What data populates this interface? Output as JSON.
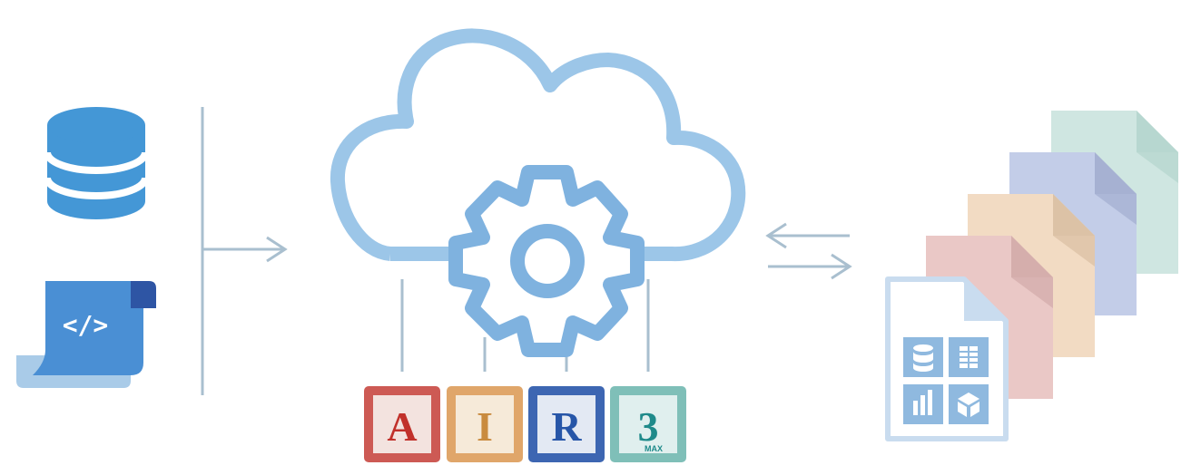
{
  "source_icons": [
    {
      "name": "database-icon",
      "color": "#4497d6"
    },
    {
      "name": "code-script-icon",
      "label": "</>",
      "color": "#4a8fd4",
      "curl_color": "#2e55a4",
      "base_color": "#a9cbe8"
    }
  ],
  "cloud": {
    "name": "cloud-icon",
    "color": "#9cc6e8"
  },
  "gear": {
    "name": "gear-icon",
    "color": "#7fb2df"
  },
  "apps": [
    {
      "name": "autocad-tile",
      "letter": "A",
      "sub": "",
      "frame": "#cd5a54",
      "inner": "#f3e3df",
      "letter_color": "#c1312b"
    },
    {
      "name": "inventor-tile",
      "letter": "I",
      "sub": "",
      "frame": "#e0a66a",
      "inner": "#f6ead9",
      "letter_color": "#c98b3f"
    },
    {
      "name": "revit-tile",
      "letter": "R",
      "sub": "",
      "frame": "#3d66b2",
      "inner": "#e3e9f3",
      "letter_color": "#2756a8"
    },
    {
      "name": "3dsmax-tile",
      "letter": "3",
      "sub": "MAX",
      "frame": "#7fbfb8",
      "inner": "#e0efee",
      "letter_color": "#1f8a8a"
    }
  ],
  "documents": [
    {
      "name": "document-green",
      "color": "#cfe6e1",
      "fold": "#b7d7d0"
    },
    {
      "name": "document-purple",
      "color": "#c3cde8",
      "fold": "#a6b1d2"
    },
    {
      "name": "document-orange",
      "color": "#f2dbc3",
      "fold": "#dcc2a6"
    },
    {
      "name": "document-red",
      "color": "#eac8c6",
      "fold": "#d5aeac"
    }
  ],
  "front_document": {
    "frame": "#c9dcef",
    "tiles": [
      "database-icon",
      "table-icon",
      "bar-chart-icon",
      "cube-icon"
    ],
    "tile_color": "#8fb9df"
  },
  "connector_color": "#a9bfcf"
}
